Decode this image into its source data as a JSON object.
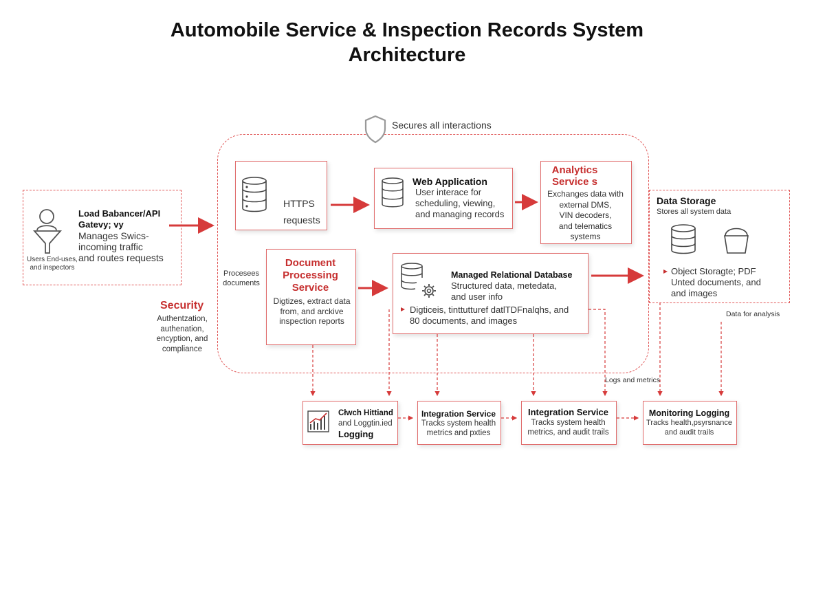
{
  "title": {
    "line1": "Automobile Service & Inspection Records System",
    "line2": "Architecture"
  },
  "security_top": {
    "label": "Secures all interactions"
  },
  "users": {
    "caption_line1": "Users End-uses,",
    "caption_line2": "and inspectors",
    "heading_line1": "Load Babancer/API",
    "heading_line2": "Gatevy; vy",
    "desc_line1": "Manages Swics-",
    "desc_line2": "incoming traffic",
    "desc_line3": "and routes requests"
  },
  "https": {
    "line1": "HTTPS",
    "line2": "requests"
  },
  "web_app": {
    "heading": "Web Application",
    "line1": "User interace for",
    "line2": "scheduling, viewing,",
    "line3": "and managing records"
  },
  "analytics": {
    "heading_line1": "Analytics",
    "heading_line2": "Service s",
    "line1": "Exchanges data with",
    "line2": "external DMS,",
    "line3": "VIN decoders,",
    "line4": "and telematics",
    "line5": "systems"
  },
  "data_storage": {
    "heading": "Data Storage",
    "subheading": "Stores all system data",
    "bullet_line1": "Object Storagte; PDF",
    "bullet_line2": "Unted documents, and",
    "bullet_line3": "and images"
  },
  "processes_label": {
    "line1": "Procesees",
    "line2": "documents"
  },
  "document": {
    "heading_line1": "Document",
    "heading_line2": "Processing",
    "heading_line3": "Service",
    "line1": "Digtizes, extract data",
    "line2": "from, and arckive",
    "line3": "inspection reports"
  },
  "database": {
    "heading": "Managed Relational Database",
    "line1": "Structured data, metedata,",
    "line2": "and user info",
    "bullet_line1": "Digticeis, tinttutturef datlTDFnalqhs, and",
    "bullet_line2": "80 documents, and images"
  },
  "security_side": {
    "heading": "Security",
    "line1": "Authentzation,",
    "line2": "authenation,",
    "line3": "encyption, and",
    "line4": "compliance"
  },
  "data_analysis_label": "Data for analysis",
  "logs_metrics_label": "Logs and metrics",
  "bottom": {
    "box1": {
      "line1": "Cłwch Hittiand",
      "line2": "and Loggtin.ied",
      "line3": "Logging"
    },
    "box2": {
      "heading": "Integration Service",
      "line1": "Tracks system health",
      "line2": "metrics and pxties"
    },
    "box3": {
      "heading": "Integration Service",
      "line1": "Tracks system health",
      "line2": "metrics, and audit trails"
    },
    "box4": {
      "heading": "Monitoring Logging",
      "line1": "Tracks health,psyrsnance",
      "line2": "and audit trails"
    }
  },
  "colors": {
    "accent": "#d63a3a",
    "border": "#e06a6a",
    "text": "#222222"
  },
  "icons": [
    "shield-icon",
    "user-icon",
    "funnel-icon",
    "server-icon",
    "database-icon",
    "gear-icon",
    "bucket-icon",
    "chart-icon"
  ]
}
